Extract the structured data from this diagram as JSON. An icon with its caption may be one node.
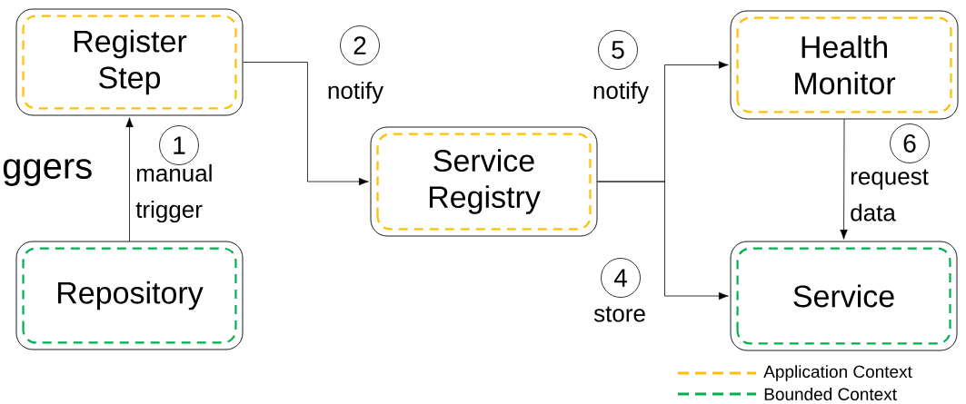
{
  "diagram": {
    "nodes": [
      {
        "text": [
          "Register Step"
        ]
      },
      {
        "text": [
          "Health Monitor"
        ]
      },
      {
        "text": [
          "Service Registry"
        ]
      },
      {
        "text": [
          "Repository"
        ]
      },
      {
        "text": [
          "Service"
        ]
      }
    ],
    "edges": [
      {
        "from": 3,
        "to": 0,
        "arrow": "to",
        "label": "manual trigger"
      },
      {
        "from": 0,
        "to": 2,
        "arrow": "to",
        "label": "notify"
      },
      {
        "from": 2,
        "to": 1,
        "arrow": "to",
        "label": "notify"
      },
      {
        "from": 2,
        "to": 4,
        "arrow": "to",
        "label": "store"
      },
      {
        "from": 1,
        "to": 4,
        "arrow": "to",
        "label": "request data"
      }
    ],
    "labels": [
      "2",
      "5",
      "1",
      "6",
      "ggers",
      "4"
    ],
    "legend": [
      {
        "text": "Application Context"
      },
      {
        "text": "Bounded Context"
      }
    ]
  }
}
